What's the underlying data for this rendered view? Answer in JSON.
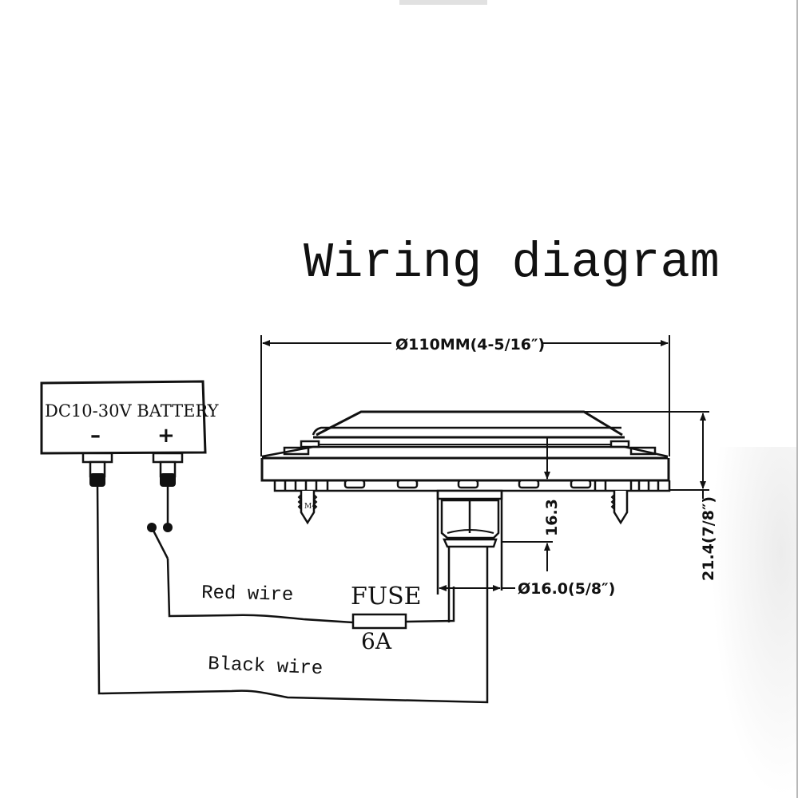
{
  "title": "Wiring diagram",
  "battery": {
    "label": "DC10-30V BATTERY",
    "negative_symbol": "–",
    "positive_symbol": "+"
  },
  "wires": {
    "red_label": "Red wire",
    "black_label": "Black wire"
  },
  "fuse": {
    "label": "FUSE",
    "rating": "6A"
  },
  "gauge": {
    "screw_label": "M4",
    "dimensions": {
      "diameter": "Ø110MM(4-5/16″)",
      "stud_length": "16.3",
      "stud_diameter": "Ø16.0(5/8″)",
      "total_depth": "21.4(7/8″)"
    }
  },
  "colors": {
    "ink": "#111111",
    "paper": "#ffffff"
  }
}
